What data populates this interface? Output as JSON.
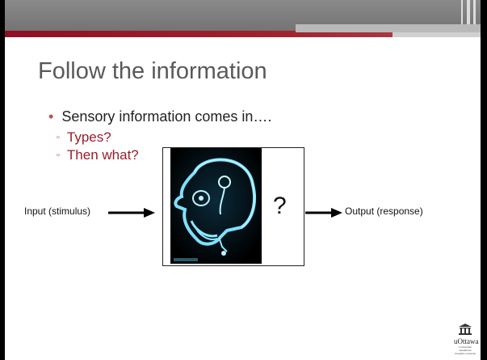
{
  "slide": {
    "title": "Follow the information",
    "bullets": [
      {
        "text": "Sensory information comes in…."
      }
    ],
    "sub_bullets": [
      {
        "text": "Types?"
      },
      {
        "text": "Then what?"
      }
    ]
  },
  "diagram": {
    "input_label": "Input (stimulus)",
    "output_label": "Output (response)",
    "question_mark": "?",
    "image_icon": "xray-skull-brain-image"
  },
  "logo": {
    "name": "uOttawa",
    "tagline": "L'Université canadienne Canada's university",
    "icon": "university-building-icon"
  },
  "colors": {
    "header_gray": "#7f7f7f",
    "accent_red": "#9b1d2a",
    "title_gray": "#595959",
    "bullet_dot": "#c0504d"
  }
}
